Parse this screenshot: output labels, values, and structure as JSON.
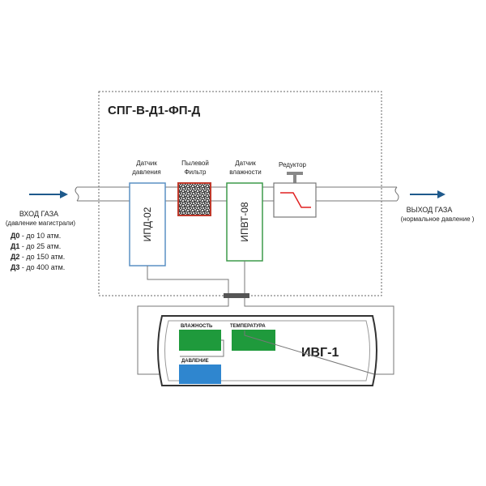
{
  "title": "СПГ-В-Д1-ФП-Д",
  "inlet": {
    "label": "ВХОД ГАЗА",
    "note": "(давление магистрали)",
    "ranges": [
      {
        "code": "Д0",
        "text": " - до 10 атм."
      },
      {
        "code": "Д1",
        "text": " - до 25 атм."
      },
      {
        "code": "Д2",
        "text": " - до 150 атм."
      },
      {
        "code": "Д3",
        "text": " - до 400 атм."
      }
    ]
  },
  "outlet": {
    "label": "ВЫХОД ГАЗА",
    "note": "(нормальное давление )"
  },
  "components": {
    "pressure_sensor": {
      "label_1": "Датчик",
      "label_2": "давления",
      "model": "ИПД-02"
    },
    "dust_filter": {
      "label_1": "Пылевой",
      "label_2": "Фильтр"
    },
    "humidity_sensor": {
      "label_1": "Датчик",
      "label_2": "влажности",
      "model": "ИПВТ-08"
    },
    "reducer": {
      "label": "Редуктор"
    }
  },
  "device": {
    "name": "ИВГ-1",
    "humidity_label": "ВЛАЖНОСТЬ",
    "temperature_label": "ТЕМПЕРАТУРА",
    "pressure_label": "ДАВЛЕНИЕ"
  },
  "colors": {
    "arrow": "#1f5a8c",
    "pressure_sensor_border": "#5a90c4",
    "humidity_sensor_border": "#3d9a4a",
    "display_green": "#1f9a3c",
    "display_blue": "#2f86cf",
    "reducer_line": "#e02020"
  }
}
